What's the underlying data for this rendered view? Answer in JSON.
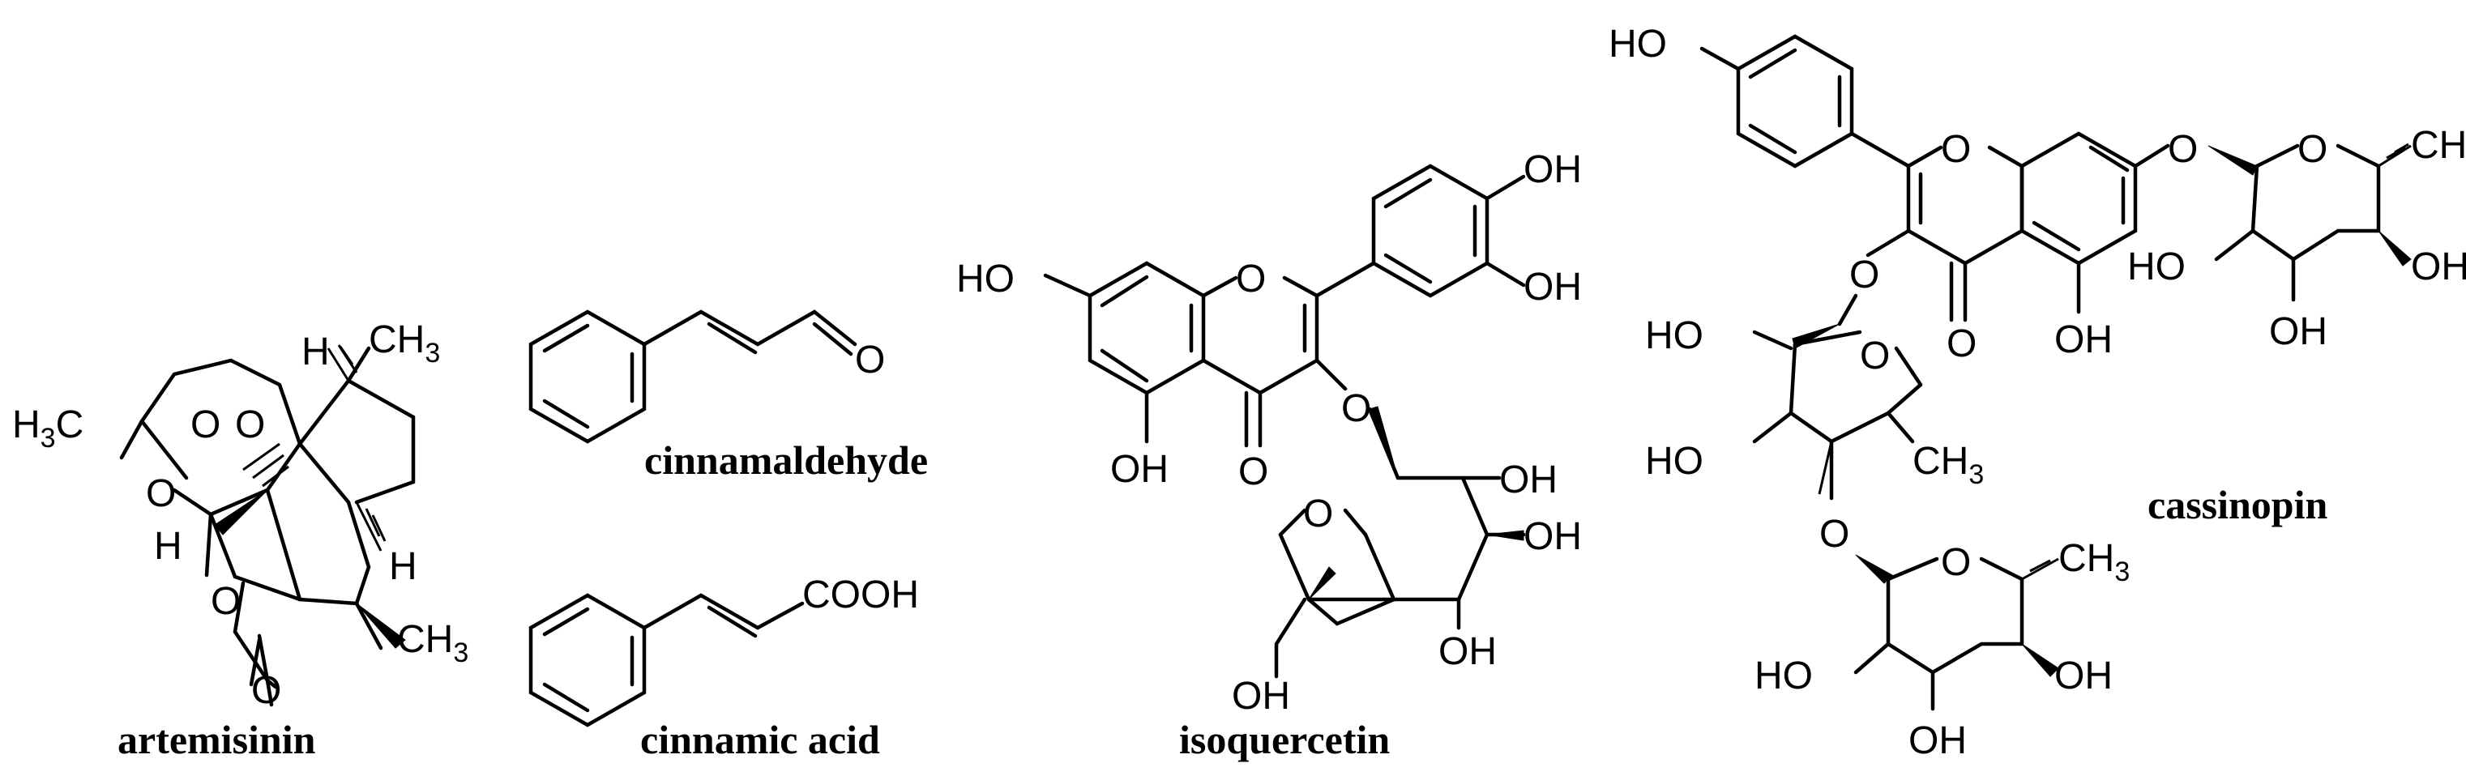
{
  "compounds": [
    {
      "id": "artemisinin",
      "name": "artemisinin"
    },
    {
      "id": "cinnamaldehyde",
      "name": "cinnamaldehyde"
    },
    {
      "id": "cinnamic",
      "name": "cinnamic acid"
    },
    {
      "id": "isoquercetin",
      "name": "isoquercetin"
    },
    {
      "id": "cassinopin",
      "name": "cassinopin"
    }
  ],
  "labels": {
    "O": "O",
    "OH": "OH",
    "HO": "HO",
    "H": "H",
    "CH": "CH",
    "three": "3",
    "COOH": "COOH",
    "HC": "H",
    "C": "C"
  }
}
